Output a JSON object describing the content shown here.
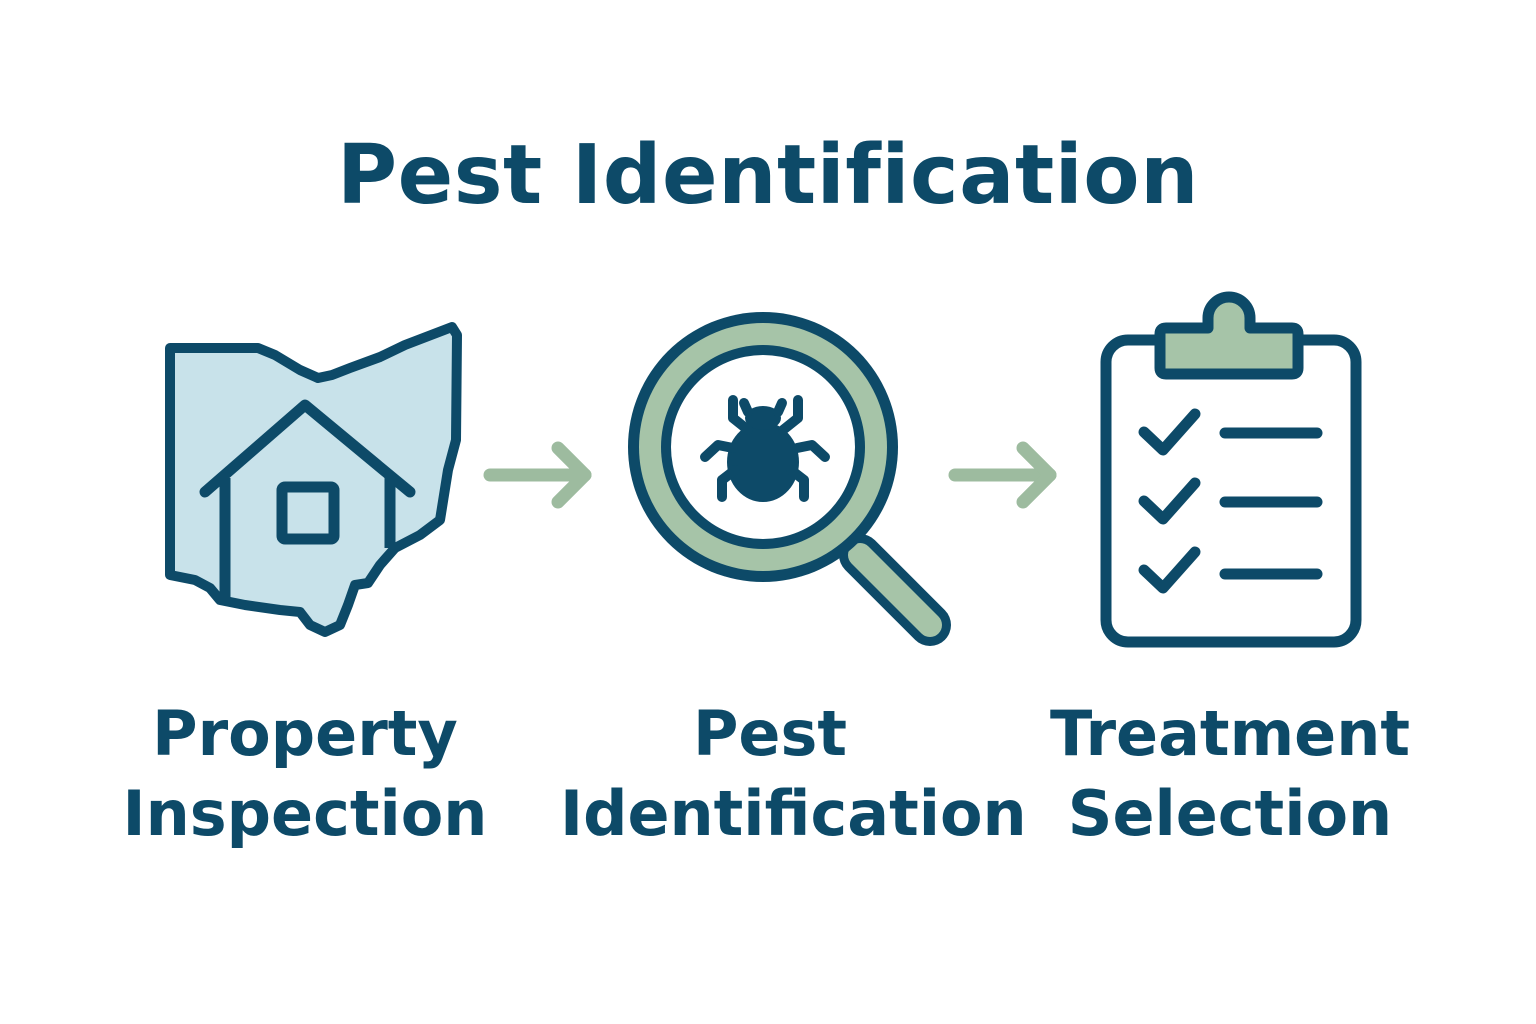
{
  "title": "Pest Identification",
  "colors": {
    "primary": "#0d4a68",
    "light_blue_fill": "#c8e2ea",
    "sage_green": "#a6c4a8",
    "arrow_green": "#9dbb9f",
    "background": "#ffffff"
  },
  "steps": [
    {
      "icon": "ohio-house-icon",
      "label_line1": "Property",
      "label_line2": "Inspection"
    },
    {
      "icon": "magnifier-bug-icon",
      "label_line1": "Pest",
      "label_line2": "Identification"
    },
    {
      "icon": "clipboard-checklist-icon",
      "label_line1": "Treatment",
      "label_line2": "Selection"
    }
  ],
  "arrows": [
    {
      "icon": "arrow-right-icon",
      "from": "Property Inspection",
      "to": "Pest Identification"
    },
    {
      "icon": "arrow-right-icon",
      "from": "Pest Identification",
      "to": "Treatment Selection"
    }
  ]
}
